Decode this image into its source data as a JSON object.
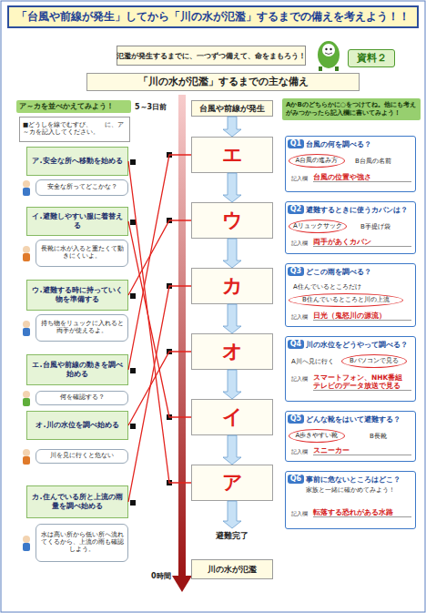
{
  "diagram": {
    "title": "「台風や前線が発生」してから「川の水が氾濫」するまでの備えを考えよう！！",
    "nodes": [
      {
        "text": [
          "氾濫が発生するまでに、一つずつ備えて、命をまもろう！"
        ]
      },
      {
        "text": [
          "資料２"
        ]
      },
      {
        "text": [
          "「川の水が氾濫」するまでの主な備え"
        ]
      },
      {
        "text": [
          "ア～カを並べかえてみよう！"
        ]
      },
      {
        "text": [
          "■どうしを線でむすび、　　に、ア～カを記入してください。"
        ],
        "in": 3
      },
      {
        "text": [
          "ア.安全な所へ移動を始める"
        ],
        "in": 3
      },
      {
        "text": [
          "安全な所ってどこかな？"
        ],
        "in": 3
      },
      {
        "text": [
          "イ.避難しやすい服に着替える"
        ],
        "in": 3
      },
      {
        "text": [
          "長靴に水が入ると重たくて動きにくいよ。"
        ],
        "in": 3
      },
      {
        "text": [
          "ウ.避難する時に持っていく物を準備する"
        ],
        "in": 3
      },
      {
        "text": [
          "持ち物をリュックに入れると両手が使えるよ。"
        ],
        "in": 3
      },
      {
        "text": [
          "エ.台風や前線の動きを調べ始める"
        ],
        "in": 3
      },
      {
        "text": [
          "何を確認する？"
        ],
        "in": 3
      },
      {
        "text": [
          "オ.川の水位を調べ始める"
        ],
        "in": 3
      },
      {
        "text": [
          "川を見に行くと危ない"
        ],
        "in": 3
      },
      {
        "text": [
          "カ.住んでいる所と上流の雨量を調べ始める"
        ],
        "in": 3
      },
      {
        "text": [
          "水は高い所から低い所へ流れてくるから、上流の雨も確認しよう。"
        ],
        "in": 3
      },
      {
        "text": [
          "台風や前線が発生"
        ]
      },
      {
        "text": [
          "エ"
        ]
      },
      {
        "text": [
          "ウ"
        ]
      },
      {
        "text": [
          "カ"
        ]
      },
      {
        "text": [
          "オ"
        ]
      },
      {
        "text": [
          "イ"
        ]
      },
      {
        "text": [
          "ア"
        ]
      },
      {
        "text": [
          "避難完了"
        ]
      },
      {
        "text": [
          "川の水が氾濫"
        ]
      },
      {
        "text": [
          "AかBのどちらかに○をつけてね。他にも考えがみつかったら記入欄に書いてみよう！"
        ]
      },
      {
        "text": [
          "Q1",
          "台風の何を調べる？",
          "B台風の名前",
          "記入欄",
          "台風の位置や強さ"
        ],
        "in": 26
      },
      {
        "text": [
          "A台風の進み方"
        ],
        "in": 27
      },
      {
        "text": [
          "Q2",
          "避難するときに使うカバンは？",
          "B手提げ袋",
          "記入欄",
          "両手があくカバン"
        ],
        "in": 26
      },
      {
        "text": [
          "Aリュックサック"
        ],
        "in": 29
      },
      {
        "text": [
          "Q3",
          "どこの雨を調べる？",
          "A住んでいるところだけ",
          "記入欄",
          "日光（鬼怒川の源流）"
        ],
        "in": 26
      },
      {
        "text": [
          "B住んでいるところと川の上流"
        ],
        "in": 31
      },
      {
        "text": [
          "Q4",
          "川の水位をどうやって調べる？",
          "A川へ見に行く",
          "記入欄",
          "スマートフォン、NHK番組 テレビのデータ放送で見る"
        ],
        "in": 26
      },
      {
        "text": [
          "Bパソコンで見る"
        ],
        "in": 33
      },
      {
        "text": [
          "Q5",
          "どんな靴をはいて避難する？",
          "B長靴",
          "記入欄",
          "スニーカー"
        ],
        "in": 26
      },
      {
        "text": [
          "A歩きやすい靴"
        ],
        "in": 35
      },
      {
        "text": [
          "Q6",
          "事前に危ないところはどこ？",
          "家族と一緒に確かめてみよう！",
          "記入欄",
          "転落する恐れがある水路"
        ],
        "in": 26
      }
    ],
    "edges": [
      {
        "from": 5,
        "to": 23,
        "arrow": "none"
      },
      {
        "from": 7,
        "to": 22,
        "arrow": "none"
      },
      {
        "from": 9,
        "to": 19,
        "arrow": "none"
      },
      {
        "from": 11,
        "to": 18,
        "arrow": "none"
      },
      {
        "from": 13,
        "to": 21,
        "arrow": "none"
      },
      {
        "from": 15,
        "to": 20,
        "arrow": "none"
      },
      {
        "from": 17,
        "to": 18,
        "arrow": "to"
      },
      {
        "from": 18,
        "to": 19,
        "arrow": "to"
      },
      {
        "from": 19,
        "to": 20,
        "arrow": "to"
      },
      {
        "from": 20,
        "to": 21,
        "arrow": "to"
      },
      {
        "from": 21,
        "to": 22,
        "arrow": "to"
      },
      {
        "from": 22,
        "to": 23,
        "arrow": "to"
      },
      {
        "from": 23,
        "to": 24,
        "arrow": "to"
      }
    ],
    "labels": [
      "5～3日前",
      "0時間"
    ]
  }
}
